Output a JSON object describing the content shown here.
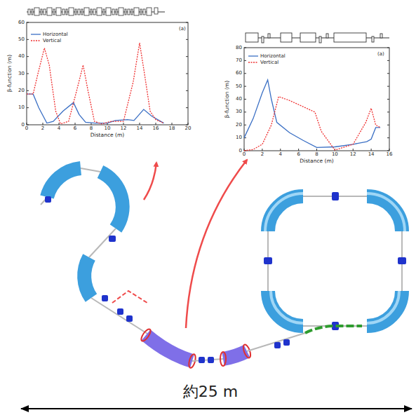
{
  "diagram": {
    "labels": [
      "(a)",
      "β-function (m)",
      "Distance (m)",
      "0",
      "10",
      "20",
      "30",
      "40",
      "50",
      "60",
      "0",
      "2",
      "4",
      "6",
      "8",
      "10",
      "12",
      "14",
      "16",
      "18",
      "20",
      "(a)",
      "β-function (m)",
      "Distance (m)",
      "0",
      "10",
      "20",
      "30",
      "40",
      "50",
      "60",
      "70",
      "80",
      "0",
      "2",
      "4",
      "6",
      "8",
      "10",
      "12",
      "14",
      "16",
      "約25 m"
    ],
    "legend": [
      {
        "text": "Horizontal"
      },
      {
        "text": "Vertical"
      },
      {
        "text": "Horizontal"
      },
      {
        "text": "Vertical"
      }
    ]
  }
}
